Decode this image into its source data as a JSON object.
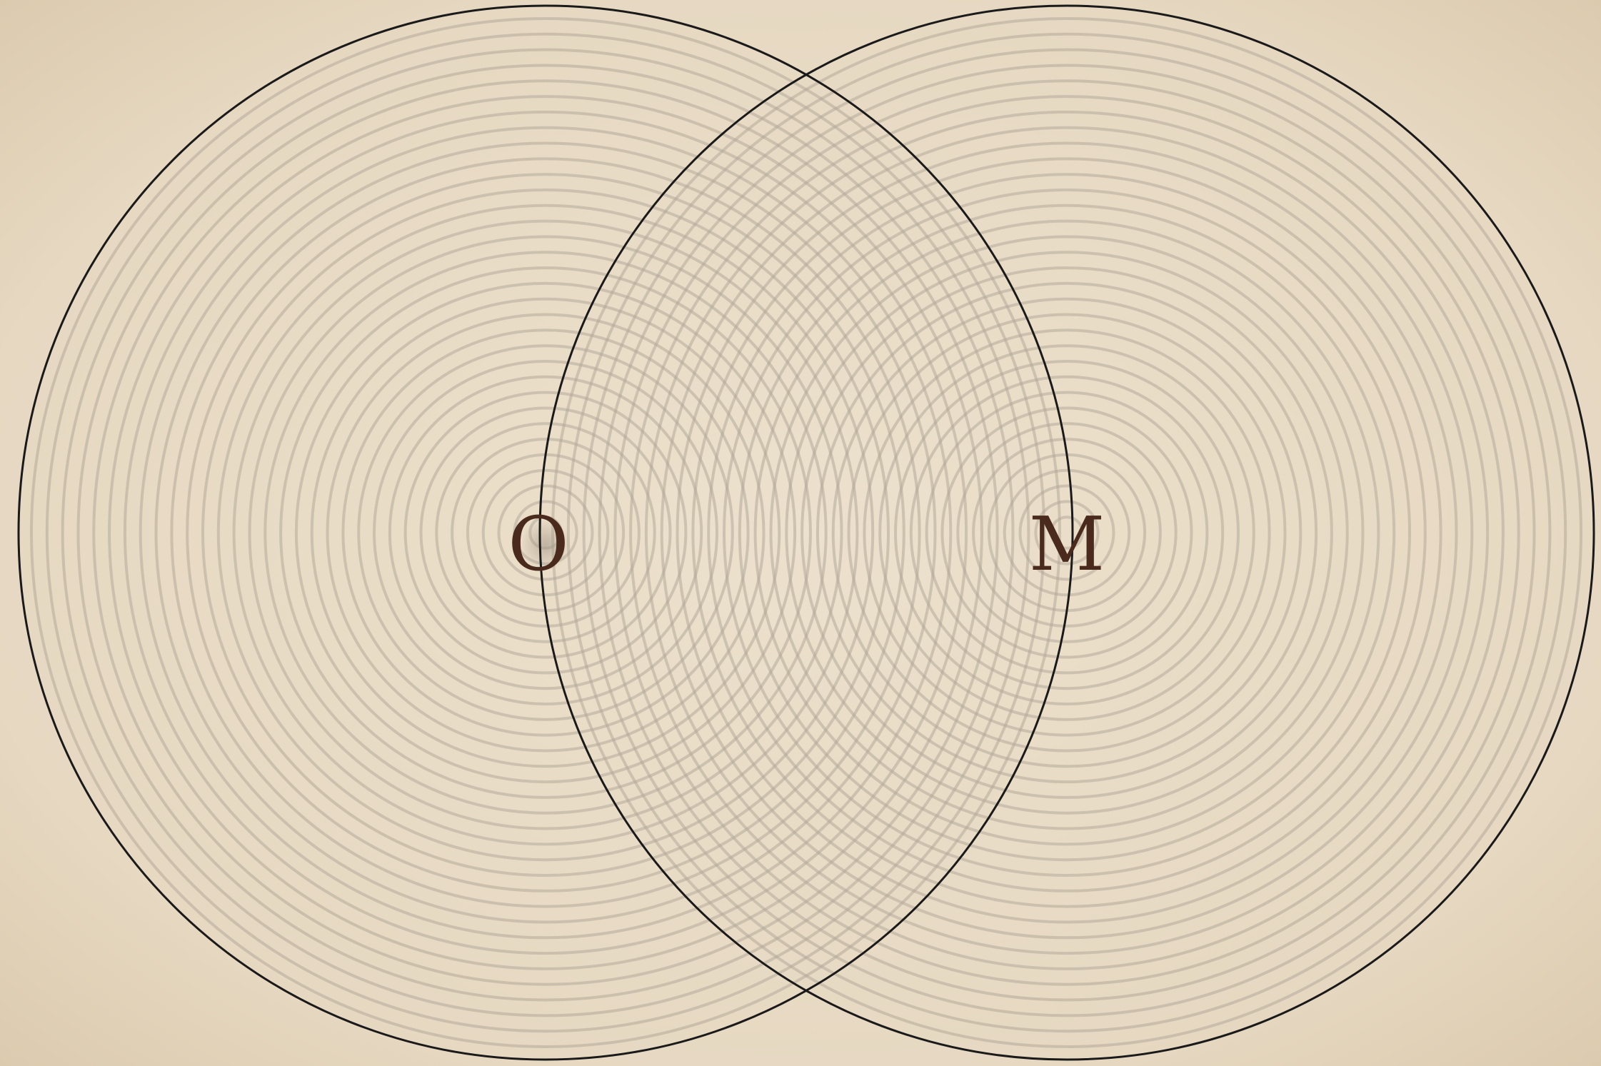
{
  "labels": {
    "left_center": "O",
    "right_center": "M"
  },
  "colors": {
    "paper": "#e9dcc7",
    "paper_edge": "#dccbb0",
    "ring": "#b5aa9a",
    "outline": "#1a1a1a",
    "label": "#4a2a1c",
    "point_shade": "#9c8f80"
  },
  "sources": [
    {
      "label": "O",
      "ring_count": 33
    },
    {
      "label": "M",
      "ring_count": 33
    }
  ]
}
